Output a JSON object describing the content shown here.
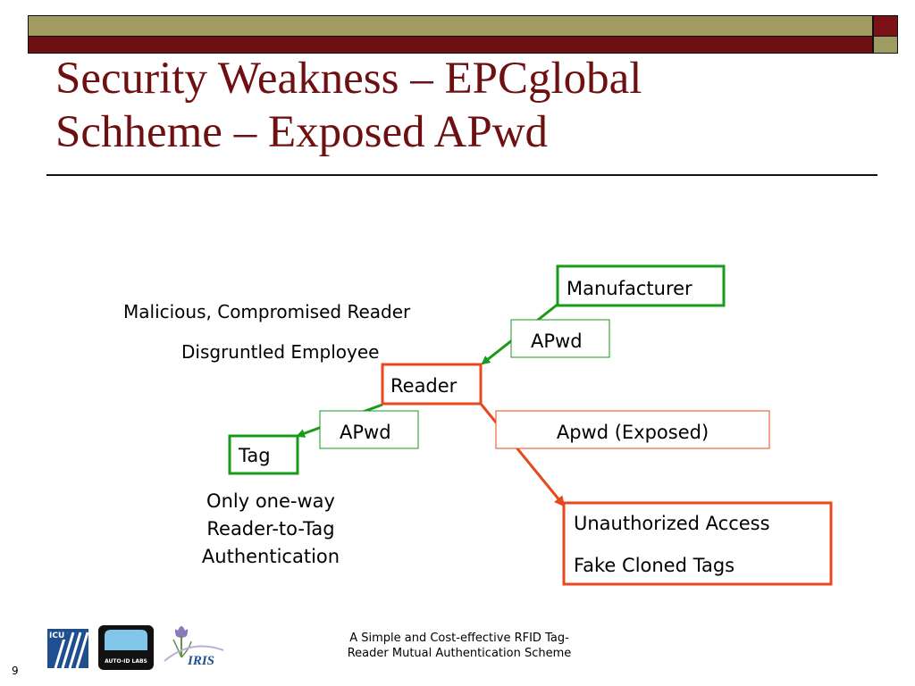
{
  "slide": {
    "title_line1": "Security Weakness – EPCglobal",
    "title_line2": "Schheme – Exposed APwd",
    "page_number": "9",
    "footer_line1": "A Simple and Cost-effective RFID Tag-",
    "footer_line2": "Reader Mutual Authentication Scheme"
  },
  "diagram": {
    "manufacturer": "Manufacturer",
    "apwd_upper": "APwd",
    "reader": "Reader",
    "apwd_lower": "APwd",
    "tag": "Tag",
    "apwd_exposed": "Apwd (Exposed)",
    "attacker_line1": "Malicious, Compromised Reader",
    "attacker_line2": "Disgruntled Employee",
    "tag_note_line1": "Only one-way",
    "tag_note_line2": "Reader-to-Tag",
    "tag_note_line3": "Authentication",
    "threat_line1": "Unauthorized Access",
    "threat_line2": "Fake Cloned Tags"
  },
  "logos": {
    "icu": "ICU",
    "autoid": "AUTO-ID LABS",
    "iris": "IRIS"
  },
  "colors": {
    "title": "#6e0f11",
    "bar_olive": "#a09a63",
    "bar_maroon": "#6e0f11",
    "green": "#1a9a1a",
    "red": "#e8481e",
    "logo_blue": "#1f4f8f"
  }
}
